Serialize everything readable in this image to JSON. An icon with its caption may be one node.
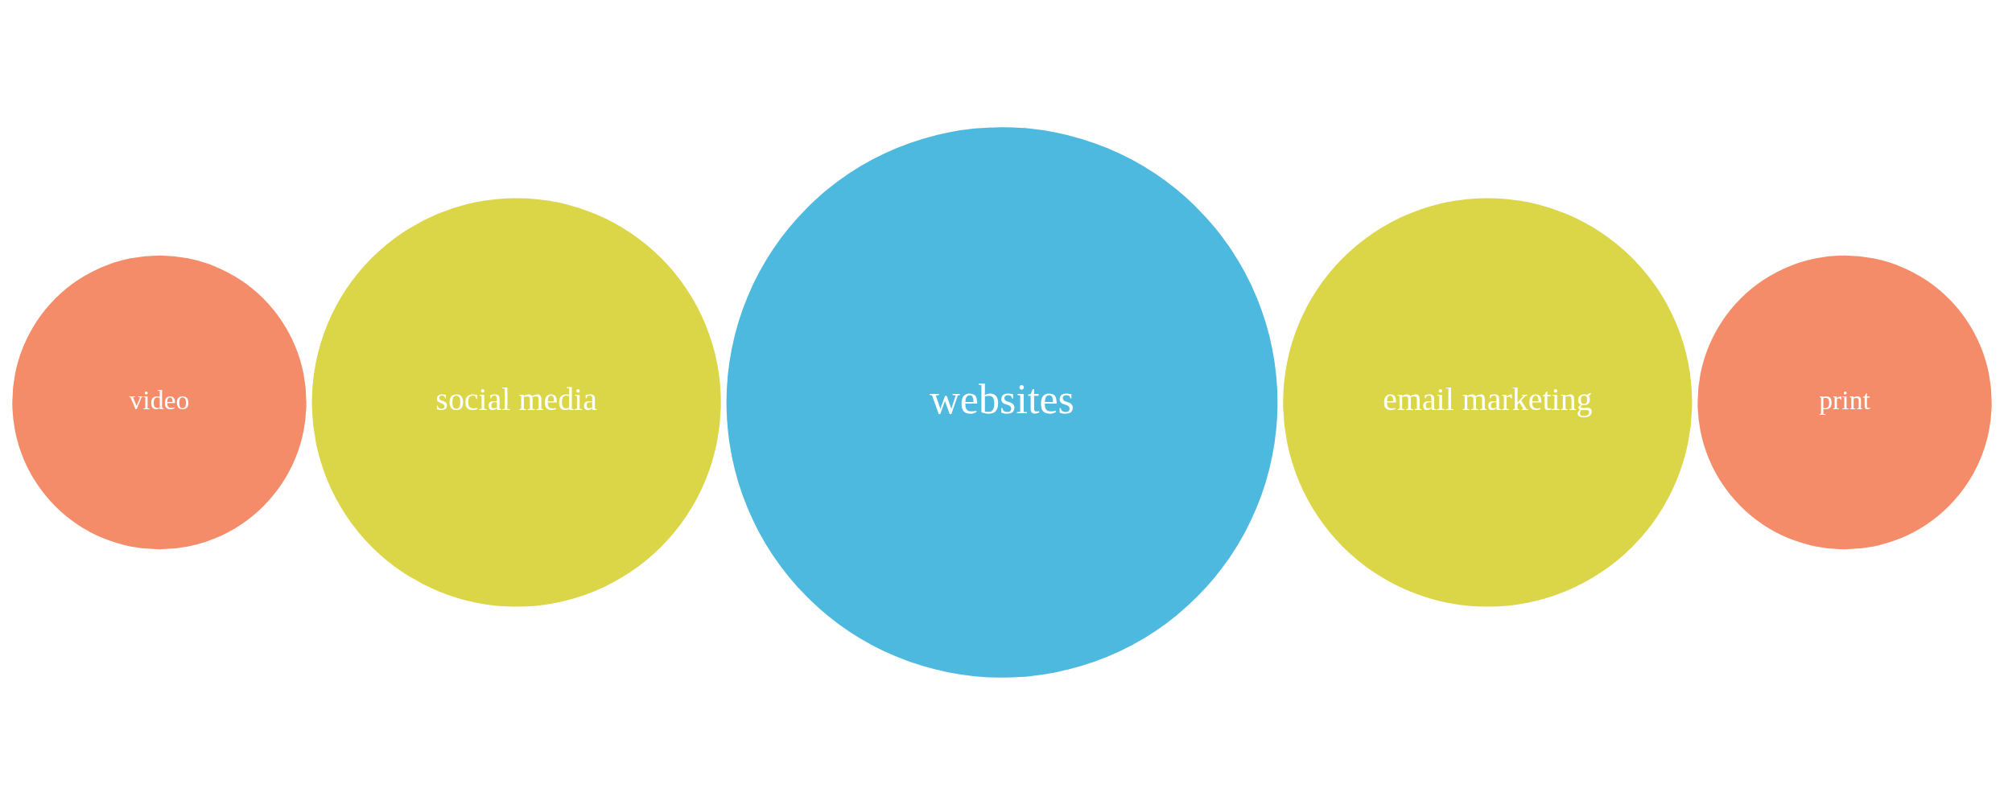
{
  "diagram": {
    "nodes": [
      {
        "text": [
          "video"
        ]
      },
      {
        "text": [
          "social media"
        ]
      },
      {
        "text": [
          "websites"
        ]
      },
      {
        "text": [
          "email marketing"
        ]
      },
      {
        "text": [
          "print"
        ]
      }
    ],
    "edges": []
  }
}
